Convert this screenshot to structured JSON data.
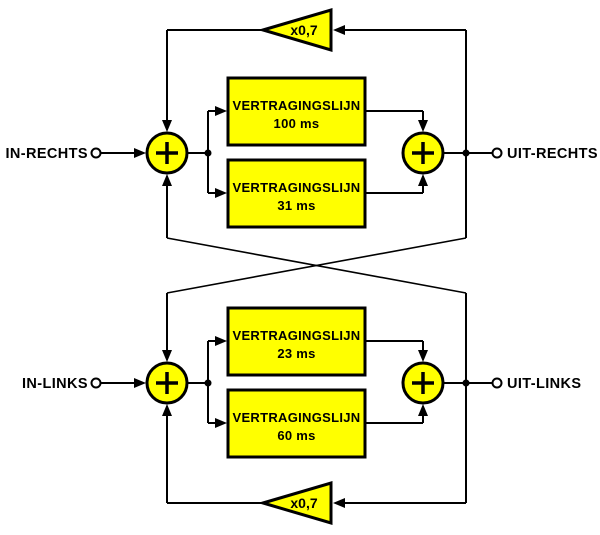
{
  "diagram": {
    "type": "block-diagram",
    "colors": {
      "block_fill": "#FFFF00",
      "outline": "#000000",
      "background": "#FFFFFF"
    },
    "icons": {
      "summing_node": "+",
      "input_terminal": "open-circle",
      "output_terminal": "open-circle",
      "gain_amplifier": "left-pointing-triangle"
    },
    "channels": [
      {
        "id": "rechts",
        "input_label": "IN-RECHTS",
        "output_label": "UIT-RECHTS",
        "feedback_gain": "x0,7",
        "delay_lines": [
          {
            "label": "VERTRAGINGSLIJN",
            "time": "100 ms"
          },
          {
            "label": "VERTRAGINGSLIJN",
            "time": "31 ms"
          }
        ]
      },
      {
        "id": "links",
        "input_label": "IN-LINKS",
        "output_label": "UIT-LINKS",
        "feedback_gain": "x0,7",
        "delay_lines": [
          {
            "label": "VERTRAGINGSLIJN",
            "time": "23 ms"
          },
          {
            "label": "VERTRAGINGSLIJN",
            "time": "60 ms"
          }
        ]
      }
    ]
  }
}
